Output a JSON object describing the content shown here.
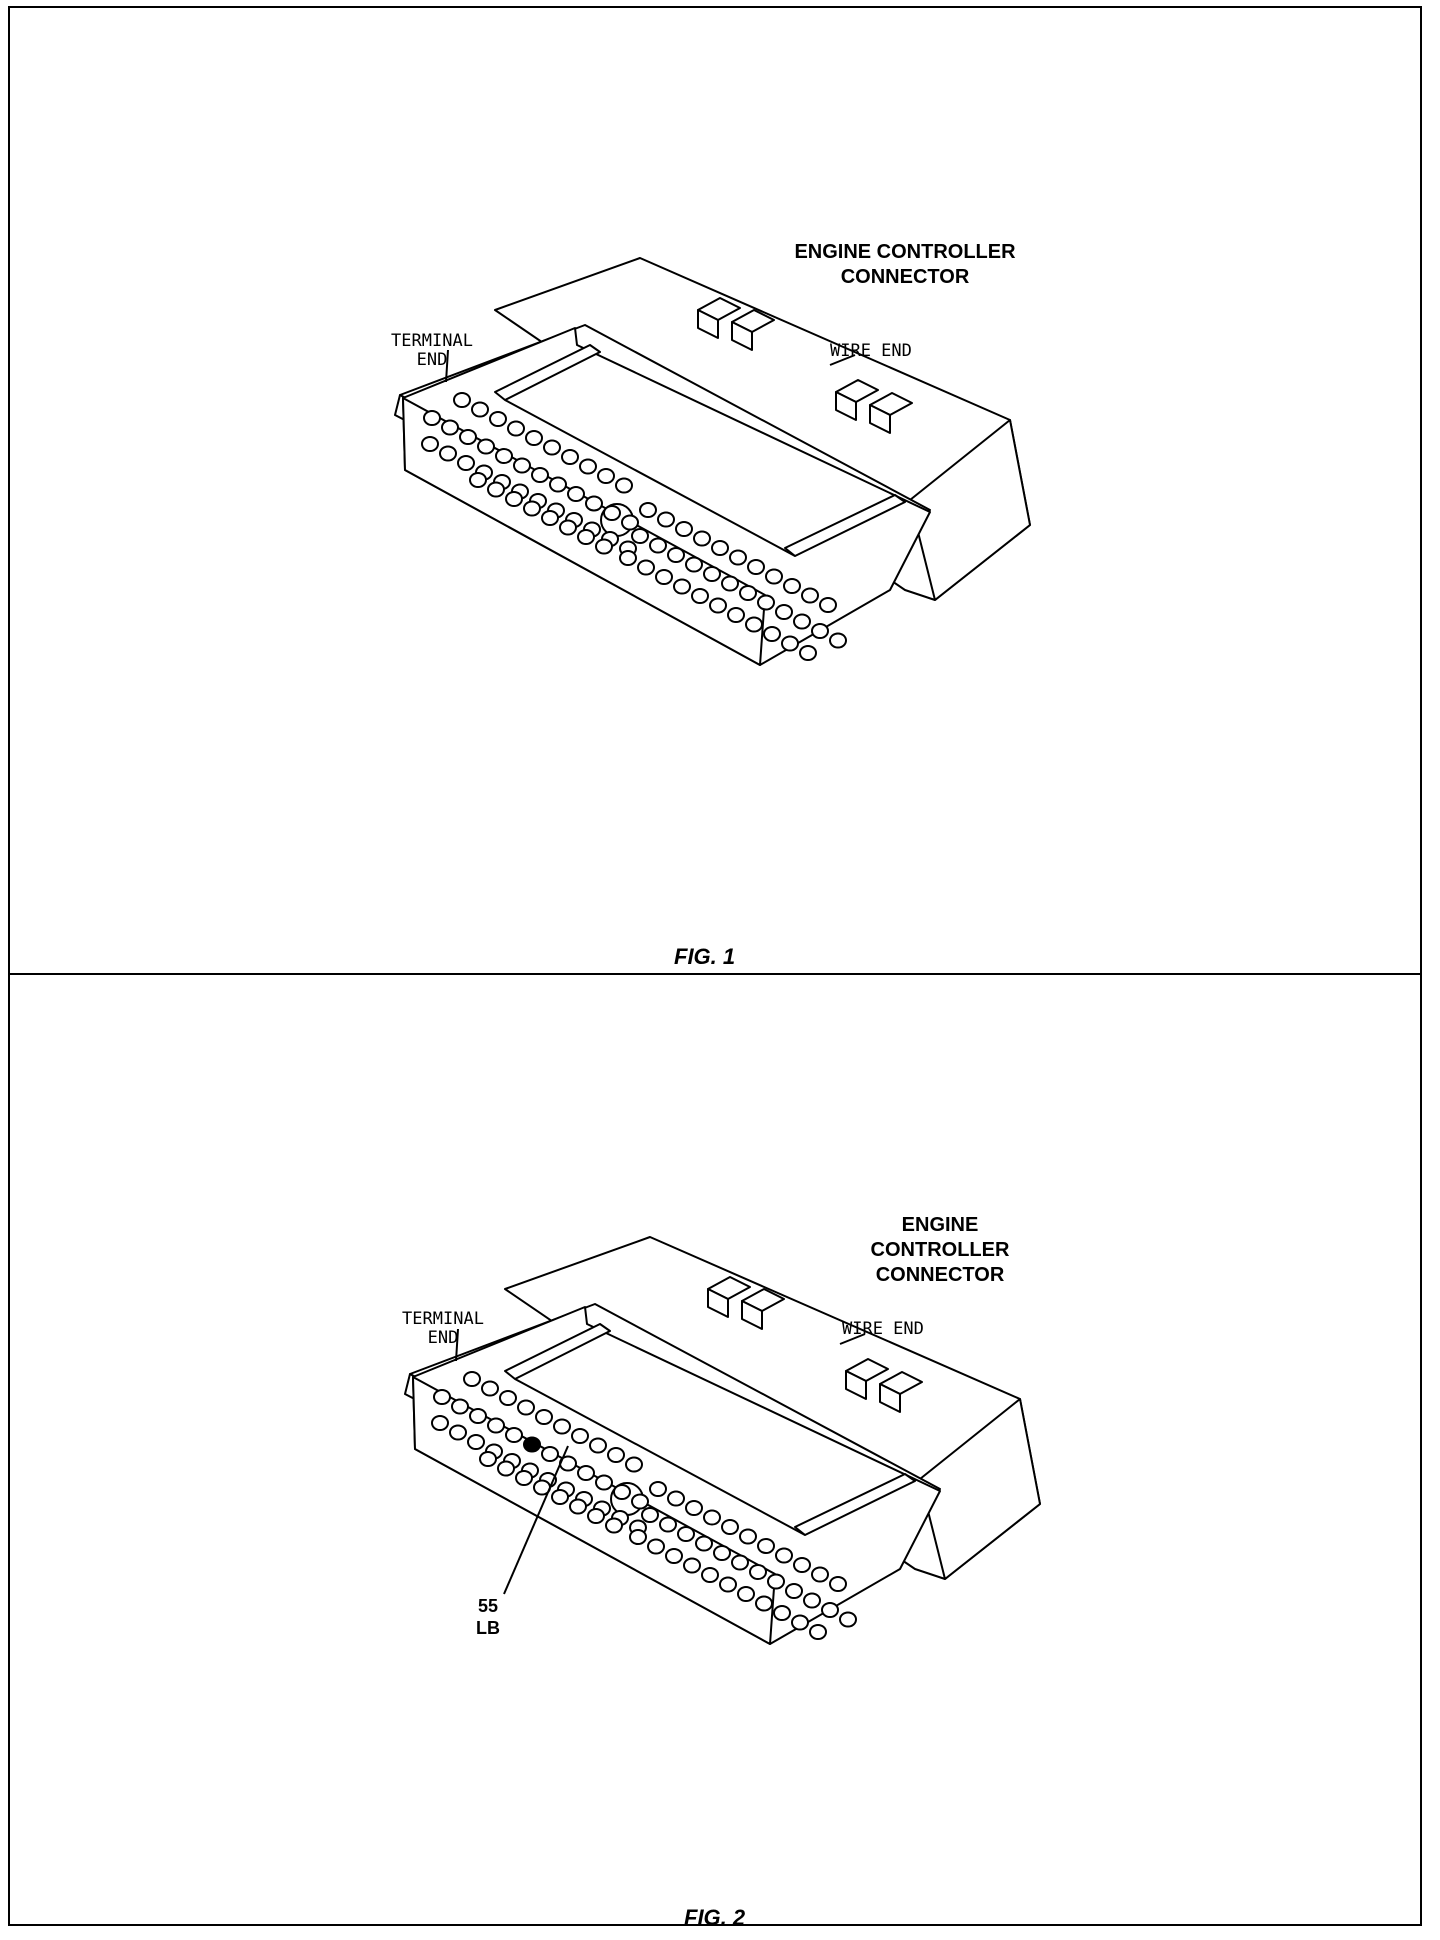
{
  "figures": [
    {
      "caption": "FIG. 1",
      "title_lines": [
        "ENGINE CONTROLLER",
        "CONNECTOR"
      ],
      "terminal_end_lines": [
        "TERMINAL",
        "END"
      ],
      "wire_end": "WIRE END",
      "highlight": null
    },
    {
      "caption": "FIG. 2",
      "title_lines": [
        "ENGINE",
        "CONTROLLER",
        "CONNECTOR"
      ],
      "terminal_end_lines": [
        "TERMINAL",
        "END"
      ],
      "wire_end": "WIRE END",
      "highlight": {
        "pin": "55",
        "wire": "LB"
      }
    }
  ],
  "colors": {
    "ink": "#000000",
    "paper": "#ffffff"
  }
}
